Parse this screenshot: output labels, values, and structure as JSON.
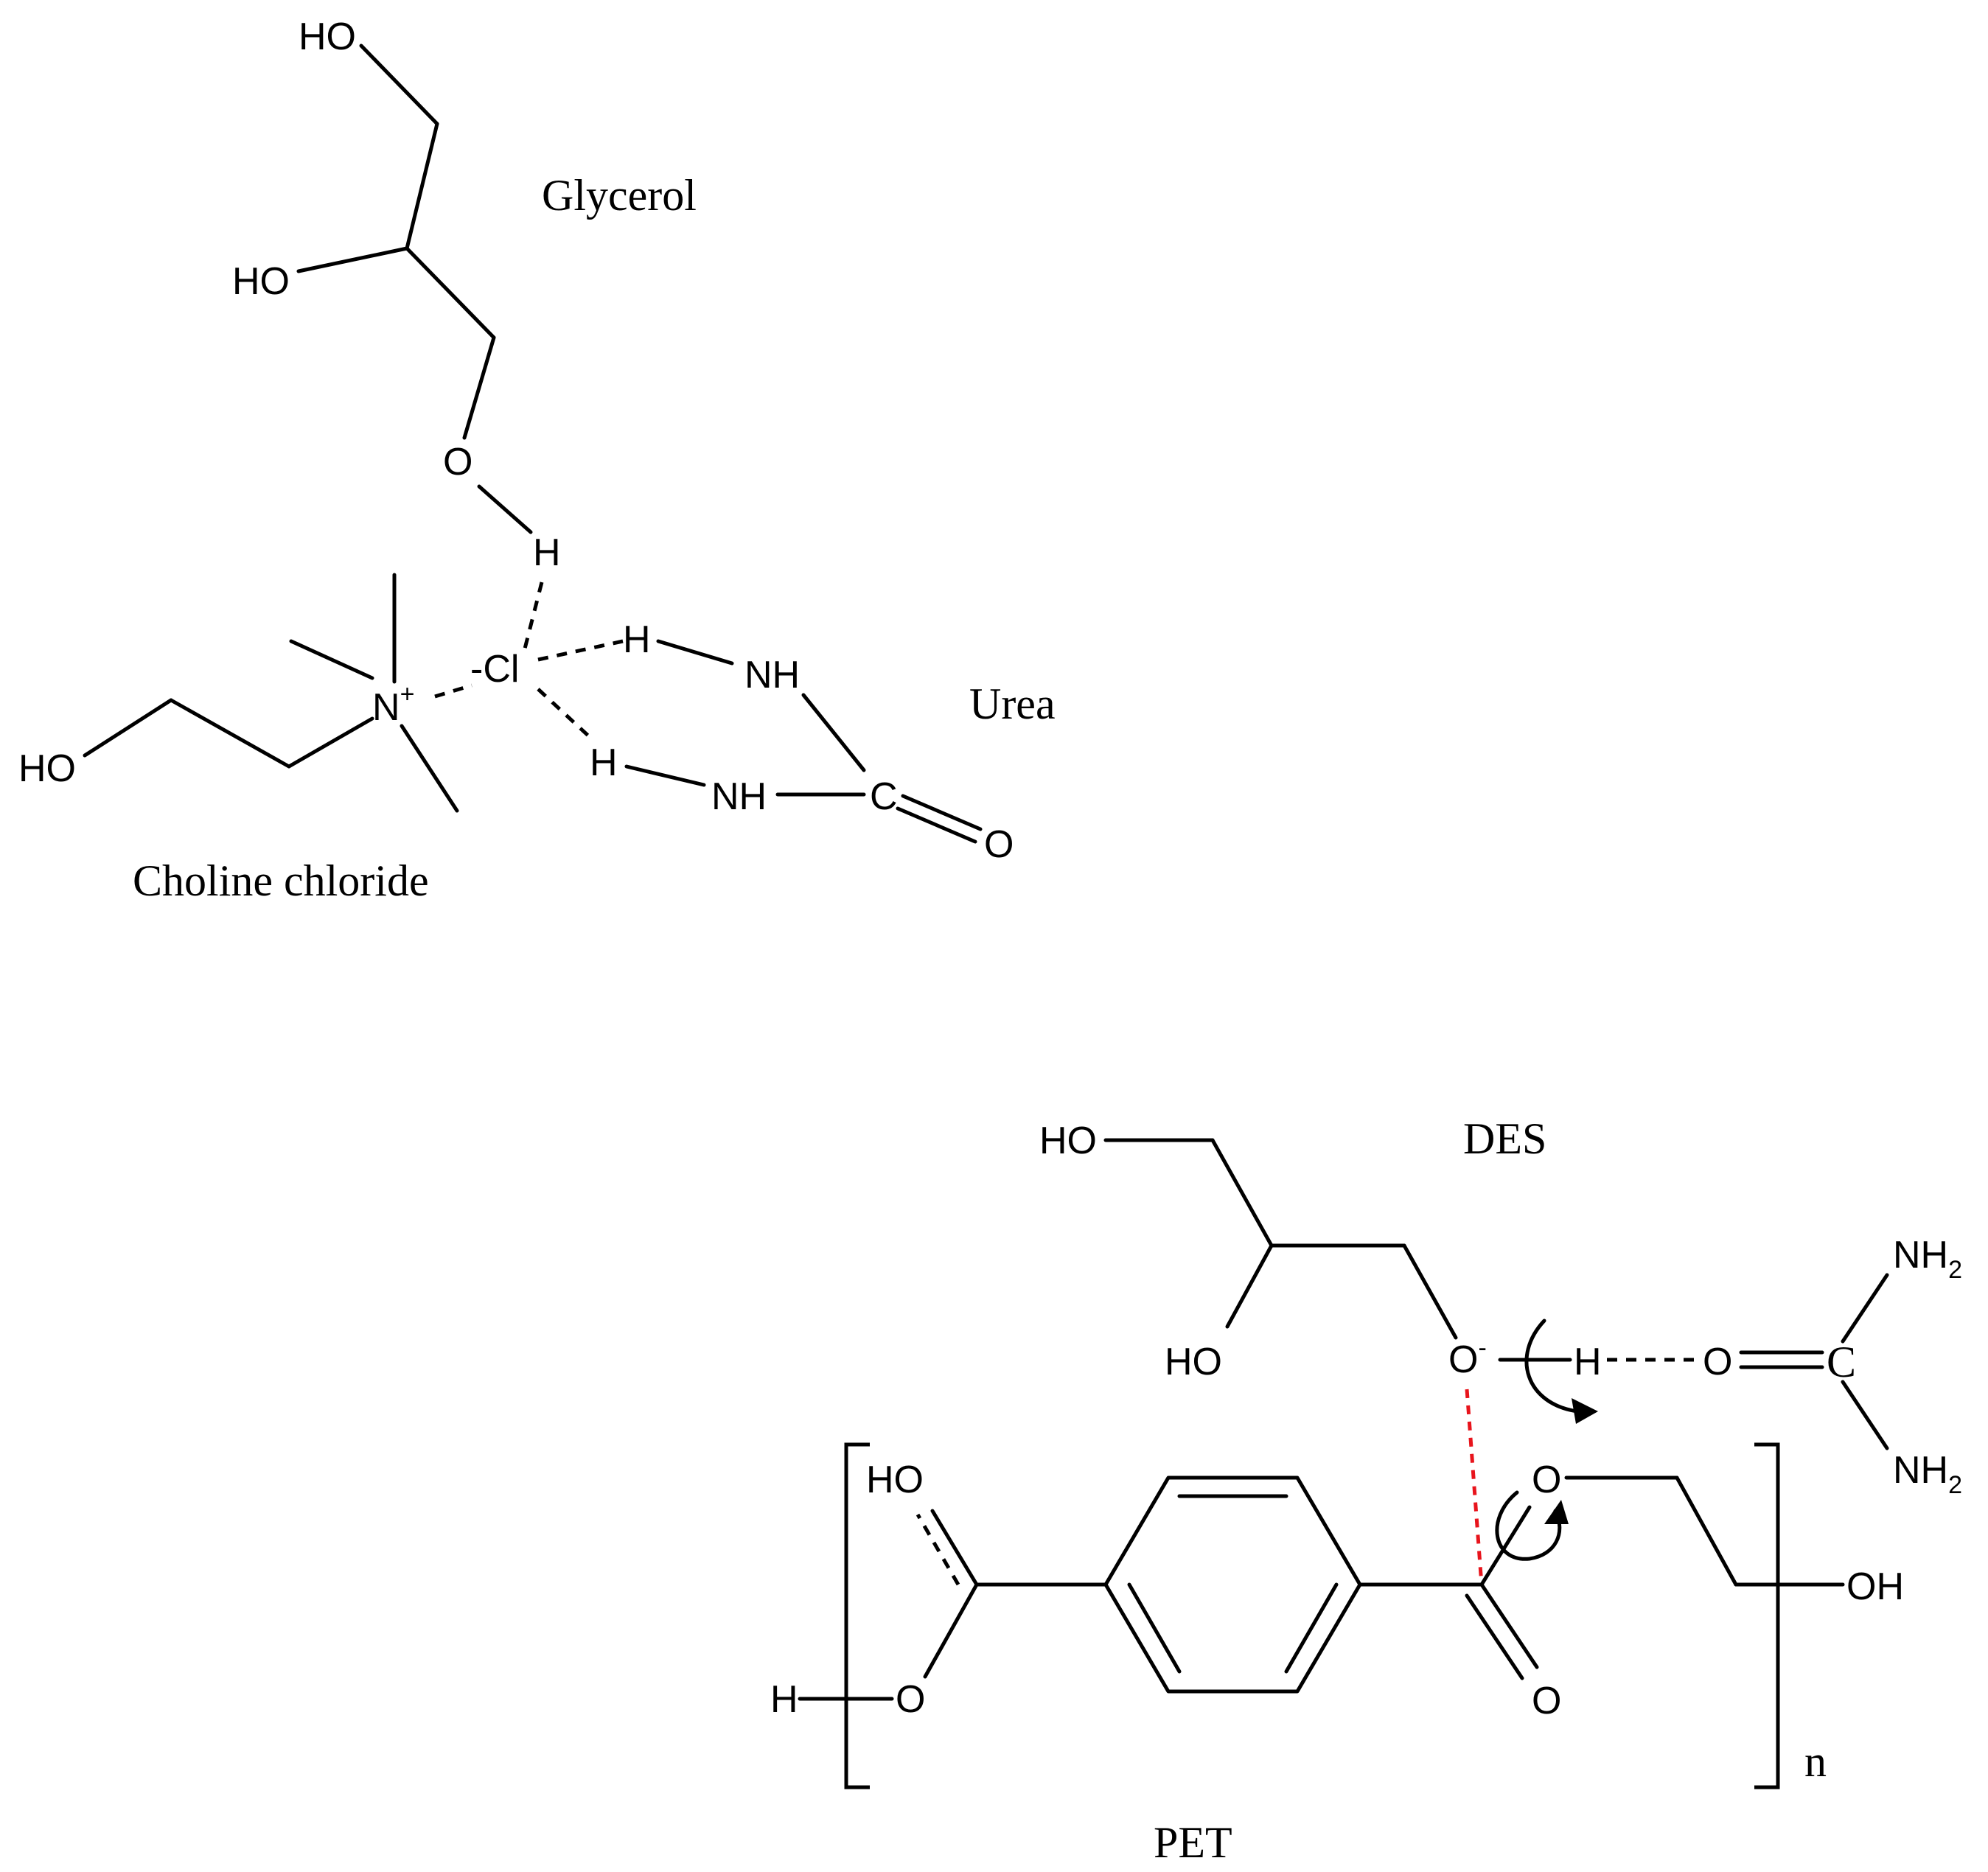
{
  "colors": {
    "ink": "#000000",
    "interaction": "#e8141c",
    "background": "#ffffff"
  },
  "captions": {
    "glycerol": "Glycerol",
    "urea": "Urea",
    "choline_chloride": "Choline chloride",
    "des": "DES",
    "pet": "PET",
    "repeat": "n"
  },
  "atoms": {
    "top_ho_1": "HO",
    "top_ho_2": "HO",
    "top_o": "O",
    "top_h": "H",
    "n_plus": "N",
    "plus": "+",
    "cl": "-Cl",
    "h_a": "H",
    "h_b": "H",
    "nh_a": "NH",
    "nh_b": "NH",
    "c_urea": "C",
    "o_urea": "O",
    "cc_ho": "HO",
    "des_ho_1": "HO",
    "des_ho_2": "HO",
    "des_o": "O",
    "minus": "-",
    "des_h": "H",
    "des_o2": "O",
    "des_c": "C",
    "nh2_top": "NH",
    "nh2_bot": "NH",
    "sub2": "2",
    "pet_ho": "HO",
    "pet_o_ring": "O",
    "pet_oh": "OH",
    "pet_o_carbonyl": "O",
    "pet_h": "H",
    "pet_o_left": "O"
  }
}
